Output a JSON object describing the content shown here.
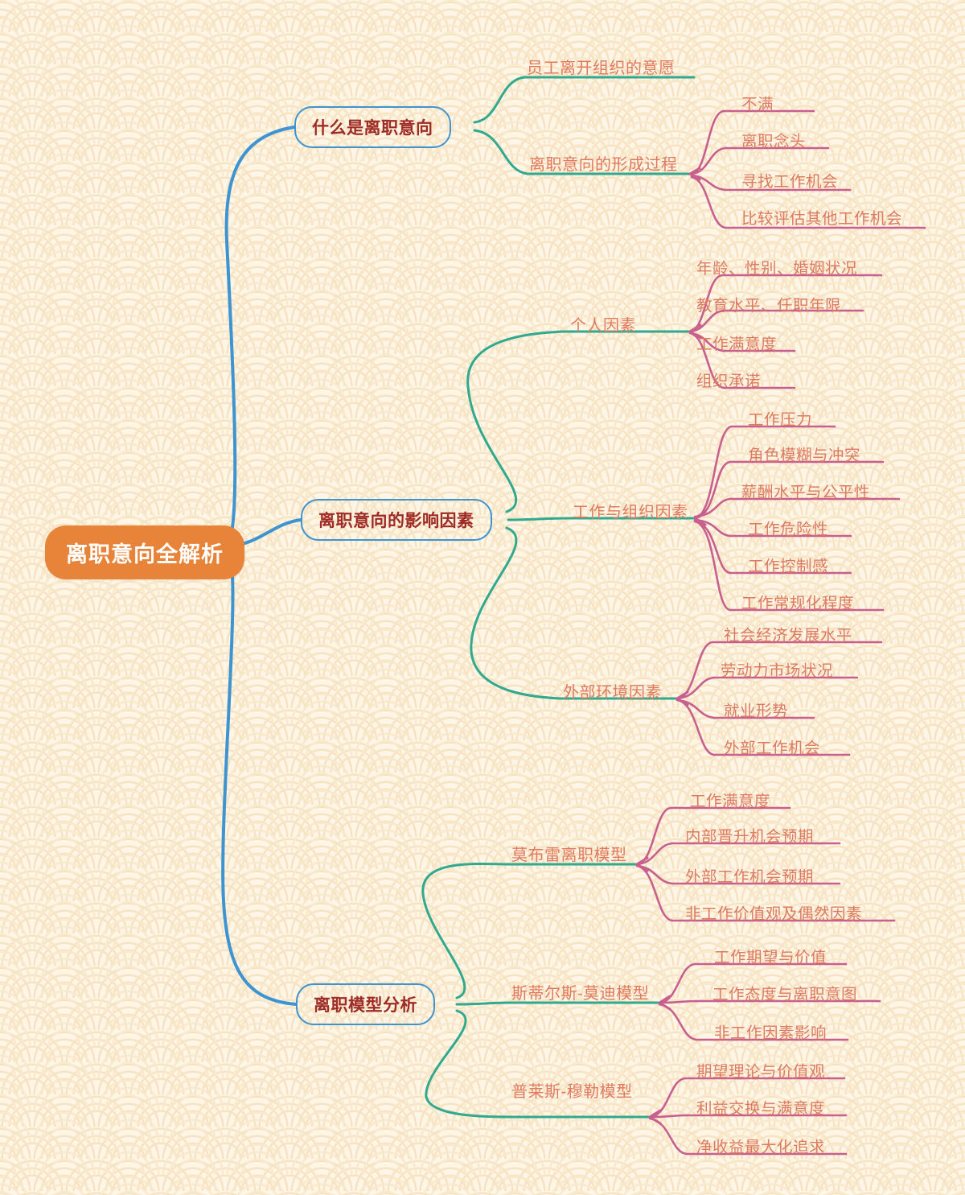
{
  "title": "离职意向全解析",
  "theme": {
    "root_bg": "#e8833a",
    "root_text": "#ffffff",
    "branch_border": "#3d94d1",
    "branch_text": "#9e2b25",
    "level2_text": "#e07a5f",
    "level2_underline": "#2bb392",
    "level3_text": "#dc7a62",
    "level3_underline": "#c8608f",
    "background": "#fdf5e6",
    "wave_color": "#f7e3bf"
  },
  "root": {
    "label": "离职意向全解析"
  },
  "branches": [
    {
      "label": "什么是离职意向",
      "children": [
        {
          "label": "员工离开组织的意愿",
          "children": []
        },
        {
          "label": "离职意向的形成过程",
          "children": [
            {
              "label": "不满"
            },
            {
              "label": "离职念头"
            },
            {
              "label": "寻找工作机会"
            },
            {
              "label": "比较评估其他工作机会"
            }
          ]
        }
      ]
    },
    {
      "label": "离职意向的影响因素",
      "children": [
        {
          "label": "个人因素",
          "children": [
            {
              "label": "年龄、性别、婚姻状况"
            },
            {
              "label": "教育水平、任职年限"
            },
            {
              "label": "工作满意度"
            },
            {
              "label": "组织承诺"
            }
          ]
        },
        {
          "label": "工作与组织因素",
          "children": [
            {
              "label": "工作压力"
            },
            {
              "label": "角色模糊与冲突"
            },
            {
              "label": "薪酬水平与公平性"
            },
            {
              "label": "工作危险性"
            },
            {
              "label": "工作控制感"
            },
            {
              "label": "工作常规化程度"
            }
          ]
        },
        {
          "label": "外部环境因素",
          "children": [
            {
              "label": "社会经济发展水平"
            },
            {
              "label": "劳动力市场状况"
            },
            {
              "label": "就业形势"
            },
            {
              "label": "外部工作机会"
            }
          ]
        }
      ]
    },
    {
      "label": "离职模型分析",
      "children": [
        {
          "label": "莫布雷离职模型",
          "children": [
            {
              "label": "工作满意度"
            },
            {
              "label": "内部晋升机会预期"
            },
            {
              "label": "外部工作机会预期"
            },
            {
              "label": "非工作价值观及偶然因素"
            }
          ]
        },
        {
          "label": "斯蒂尔斯-莫迪模型",
          "children": [
            {
              "label": "工作期望与价值"
            },
            {
              "label": "工作态度与离职意图"
            },
            {
              "label": "非工作因素影响"
            }
          ]
        },
        {
          "label": "普莱斯-穆勒模型",
          "children": [
            {
              "label": "期望理论与价值观"
            },
            {
              "label": "利益交换与满意度"
            },
            {
              "label": "净收益最大化追求"
            }
          ]
        }
      ]
    }
  ]
}
